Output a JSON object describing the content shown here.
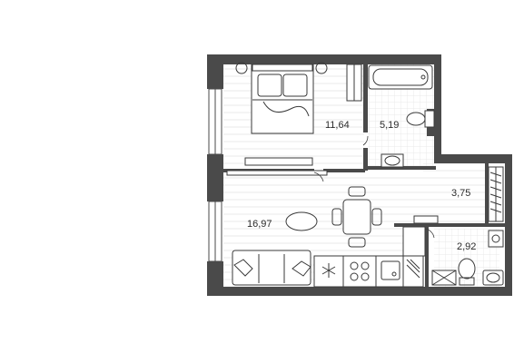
{
  "floor_plan": {
    "rooms": [
      {
        "name": "bedroom",
        "area": "11,64"
      },
      {
        "name": "bathroom",
        "area": "5,19"
      },
      {
        "name": "living-kitchen",
        "area": "16,97"
      },
      {
        "name": "hallway",
        "area": "3,75"
      },
      {
        "name": "wc",
        "area": "2,92"
      }
    ]
  },
  "colors": {
    "wall": "#4a4a4a",
    "floor_lines": "#d9d9d9",
    "furniture_stroke": "#3a3a3a",
    "background": "#ffffff"
  }
}
